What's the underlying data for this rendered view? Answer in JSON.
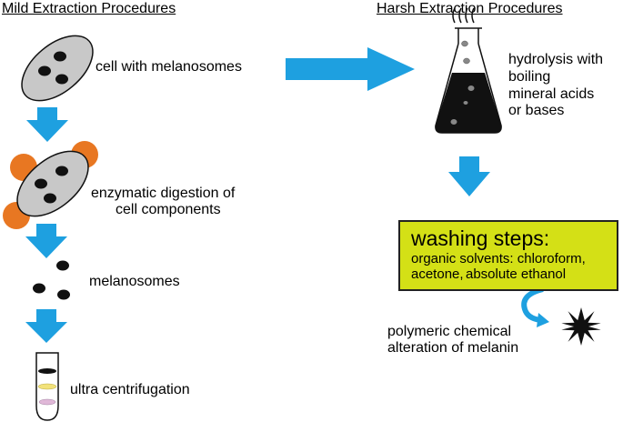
{
  "mild": {
    "heading": "Mild Extraction Procedures",
    "steps": {
      "cell": "cell with melanosomes",
      "digestion_line1": "enzymatic digestion of",
      "digestion_line2": "cell components",
      "melanosomes": "melanosomes",
      "centrifugation": "ultra centrifugation"
    }
  },
  "harsh": {
    "heading": "Harsh Extraction Procedures",
    "hydrolysis_lines": [
      "hydrolysis with",
      "boiling",
      "mineral acids",
      "or bases"
    ],
    "washing": {
      "title": "washing steps:",
      "line1": "organic solvents: chloroform,",
      "line2_prefix": "acetone,",
      "line2_circled": "absolute ethanol"
    },
    "alteration_lines": [
      "polymeric chemical",
      "alteration of melanin"
    ]
  },
  "colors": {
    "arrow": "#1ea0e0",
    "cell_fill": "#c8c8c8",
    "enzyme": "#e87722",
    "washing_box": "#d4e016",
    "liquid": "#111111"
  }
}
